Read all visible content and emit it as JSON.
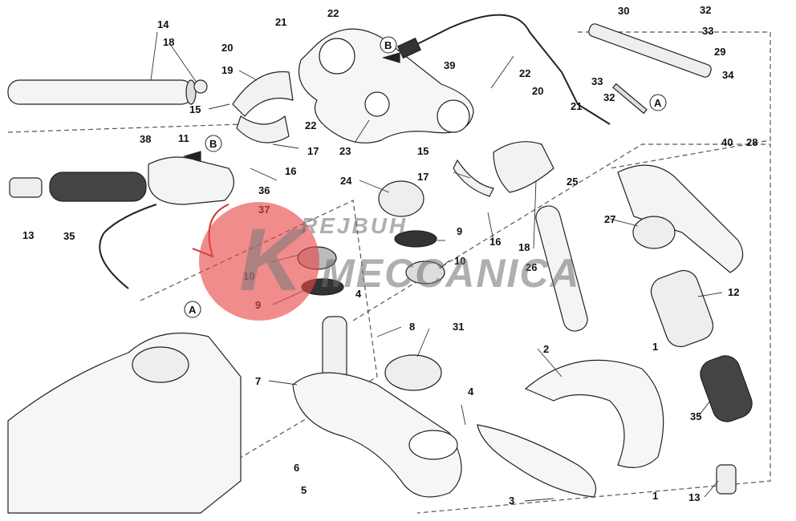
{
  "watermark": {
    "line1": "REJBUH",
    "line2": "MECCANICA",
    "logo_letter": "K"
  },
  "callouts": {
    "n1": "1",
    "n2": "2",
    "n3": "3",
    "n4": "4",
    "n5": "5",
    "n6": "6",
    "n7": "7",
    "n8": "8",
    "n9": "9",
    "n10": "10",
    "n11": "11",
    "n12": "12",
    "n13": "13",
    "n14": "14",
    "n15": "15",
    "n16": "16",
    "n17": "17",
    "n18": "18",
    "n19": "19",
    "n20": "20",
    "n21": "21",
    "n22": "22",
    "n23": "23",
    "n24": "24",
    "n25": "25",
    "n26": "26",
    "n27": "27",
    "n28": "28",
    "n29": "29",
    "n30": "30",
    "n31": "31",
    "n32": "32",
    "n33": "33",
    "n34": "34",
    "n35": "35",
    "n36": "36",
    "n37": "37",
    "n38": "38",
    "n39": "39",
    "n40": "40"
  },
  "references": {
    "a": "A",
    "b": "B"
  }
}
